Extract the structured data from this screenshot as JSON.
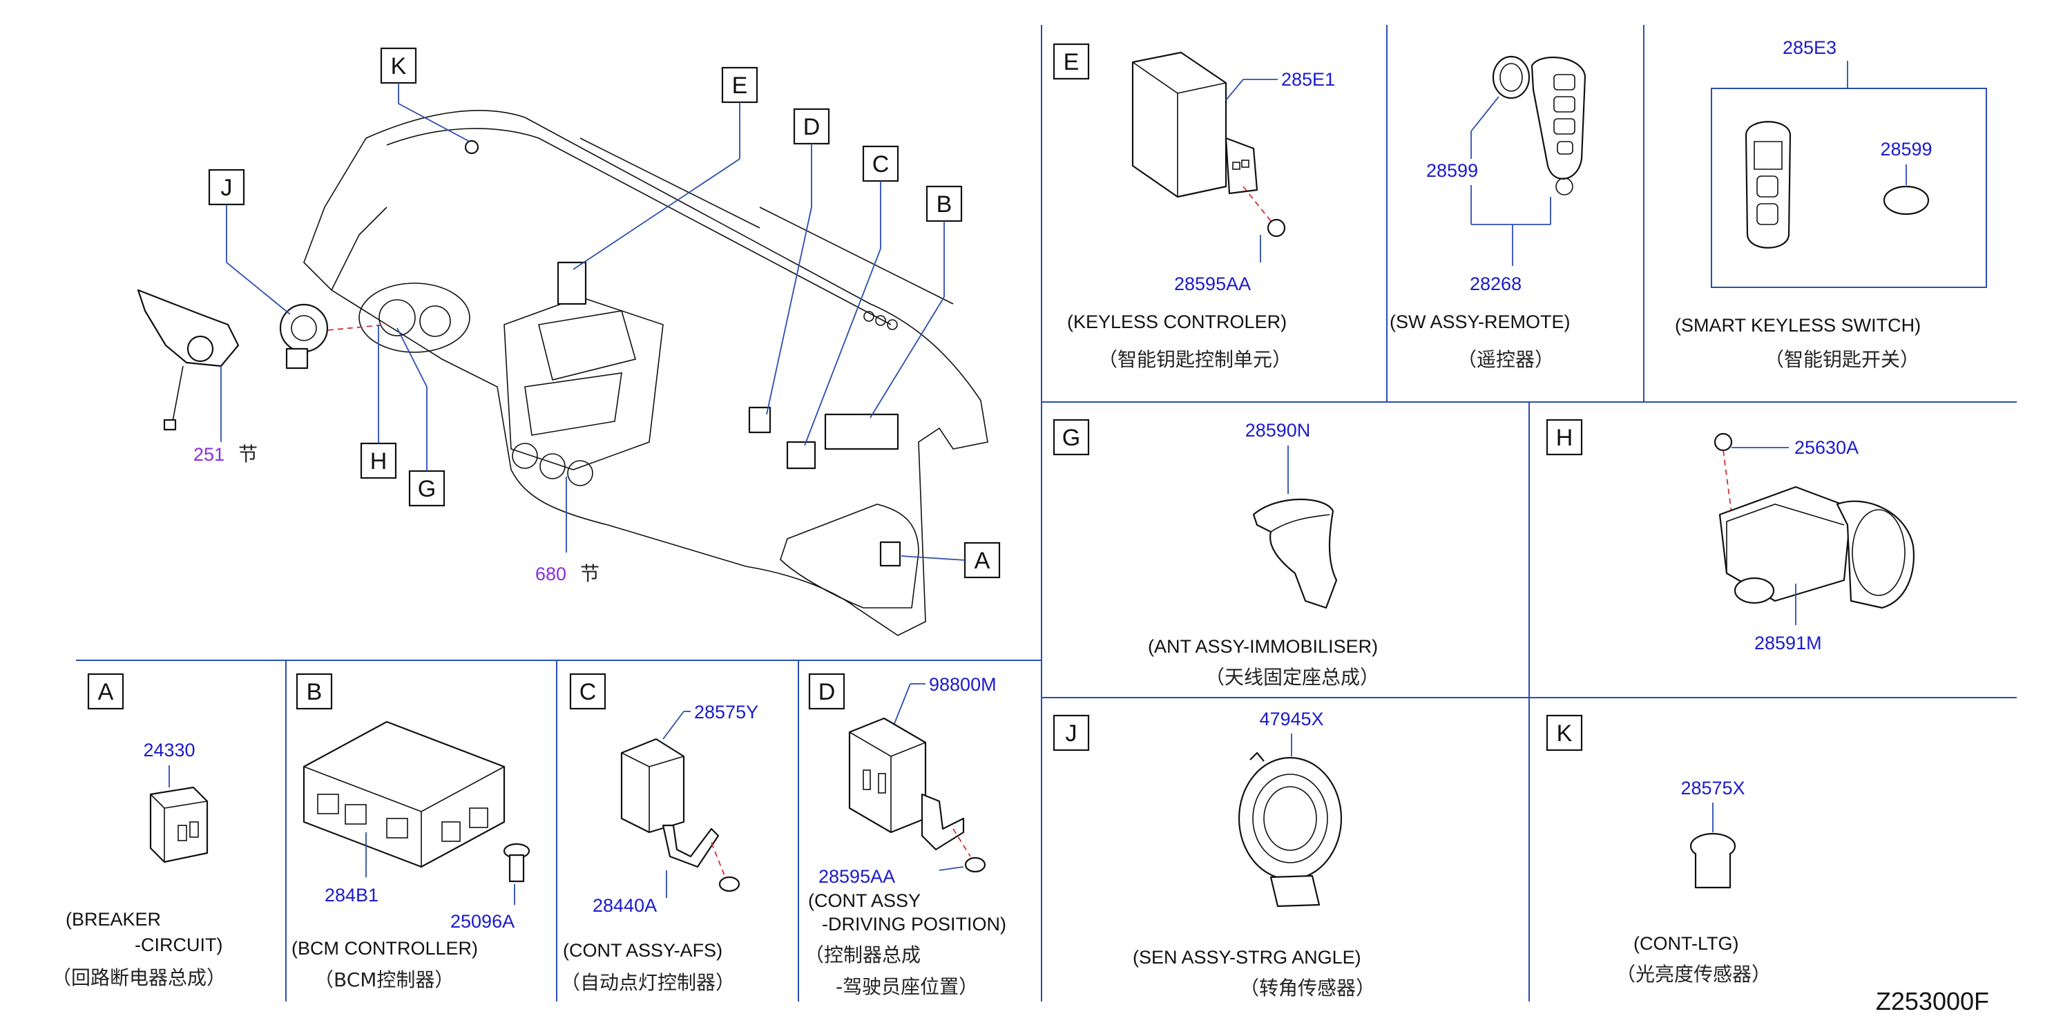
{
  "diagram_code": "Z253000F",
  "overview": {
    "callouts": [
      "K",
      "J",
      "E",
      "D",
      "C",
      "B",
      "H",
      "G",
      "A"
    ],
    "section_refs": [
      {
        "num": "251",
        "suffix": "节"
      },
      {
        "num": "680",
        "suffix": "节"
      }
    ]
  },
  "panels": {
    "A": {
      "letter": "A",
      "parts": [
        "24330"
      ],
      "label_en_1": "(BREAKER",
      "label_en_2": "-CIRCUIT)",
      "label_cn": "（回路断电器总成）"
    },
    "B": {
      "letter": "B",
      "parts": [
        "284B1",
        "25096A"
      ],
      "label_en": "(BCM   CONTROLLER)",
      "label_cn": "（BCM控制器）"
    },
    "C": {
      "letter": "C",
      "parts": [
        "28575Y",
        "28440A"
      ],
      "label_en": "(CONT   ASSY-AFS)",
      "label_cn": "（自动点灯控制器）"
    },
    "D": {
      "letter": "D",
      "parts": [
        "98800M",
        "28595AA"
      ],
      "label_en_1": "(CONT   ASSY",
      "label_en_2": "-DRIVING   POSITION)",
      "label_cn_1": "（控制器总成",
      "label_cn_2": "-驾驶员座位置）"
    },
    "E": {
      "letter": "E",
      "parts": [
        "285E1",
        "28595AA"
      ],
      "label_en": "(KEYLESS   CONTROLER)",
      "label_cn": "（智能钥匙控制单元）"
    },
    "remote": {
      "parts": [
        "28599",
        "28268"
      ],
      "label_en": "(SW   ASSY-REMOTE)",
      "label_cn": "（遥控器）"
    },
    "smart": {
      "parts": [
        "285E3",
        "28599"
      ],
      "label_en": "(SMART   KEYLESS   SWITCH)",
      "label_cn": "（智能钥匙开关）"
    },
    "G": {
      "letter": "G",
      "parts": [
        "28590N"
      ],
      "label_en": "(ANT   ASSY-IMMOBILISER)",
      "label_cn": "（天线固定座总成）"
    },
    "H": {
      "letter": "H",
      "parts": [
        "25630A",
        "28591M"
      ]
    },
    "J": {
      "letter": "J",
      "parts": [
        "47945X"
      ],
      "label_en": "(SEN   ASSY-STRG   ANGLE)",
      "label_cn": "（转角传感器）"
    },
    "K": {
      "letter": "K",
      "parts": [
        "28575X"
      ],
      "label_en": "(CONT-LTG)",
      "label_cn": "（光亮度传感器）"
    }
  },
  "colors": {
    "part_number": "#1a1acc",
    "section_ref": "#8a2be2",
    "grid": "#2a4db0",
    "dashed_line": "#d03030"
  }
}
